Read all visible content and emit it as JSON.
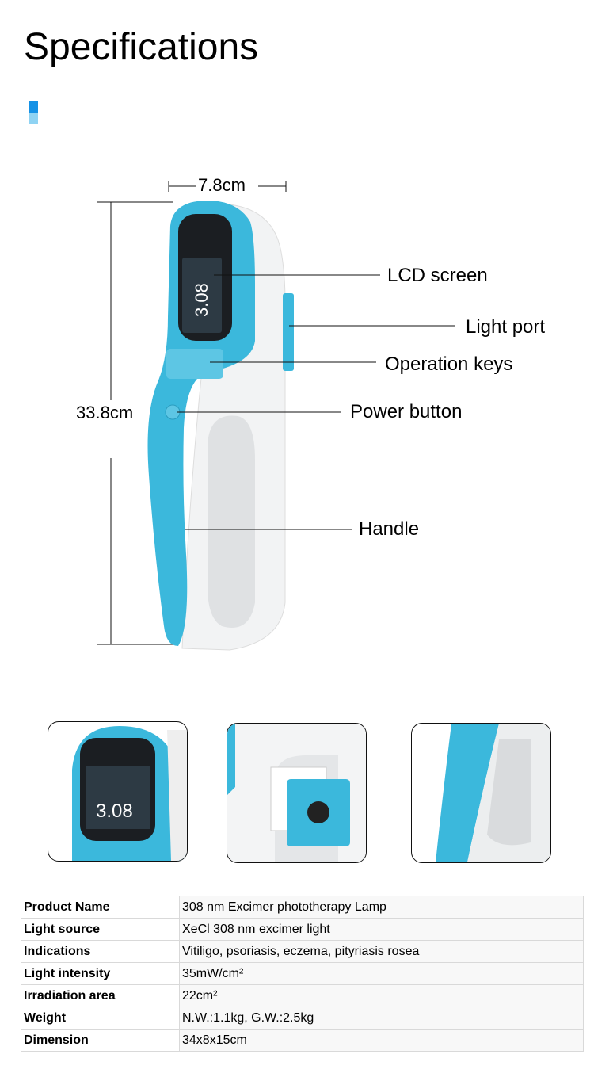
{
  "header": {
    "title": "Specifications"
  },
  "colors": {
    "accent": "#3bb8dc",
    "mark_dark": "#1592e6",
    "mark_light": "#8fd3f3"
  },
  "dimensions": {
    "width": "7.8cm",
    "height": "33.8cm"
  },
  "device_screen": {
    "value": "3.08"
  },
  "callouts": {
    "lcd": "LCD screen",
    "light_port": "Light port",
    "keys": "Operation keys",
    "power": "Power button",
    "handle": "Handle"
  },
  "specs": [
    {
      "label": "Product Name",
      "value": "308 nm Excimer phototherapy Lamp"
    },
    {
      "label": "Light source",
      "value": "XeCl 308 nm excimer light"
    },
    {
      "label": "Indications",
      "value": "Vitiligo, psoriasis, eczema, pityriasis rosea"
    },
    {
      "label": "Light intensity",
      "value": "35mW/cm²"
    },
    {
      "label": "Irradiation area",
      "value": "22cm²"
    },
    {
      "label": "Weight",
      "value": "N.W.:1.1kg, G.W.:2.5kg"
    },
    {
      "label": "Dimension",
      "value": "34x8x15cm"
    }
  ]
}
